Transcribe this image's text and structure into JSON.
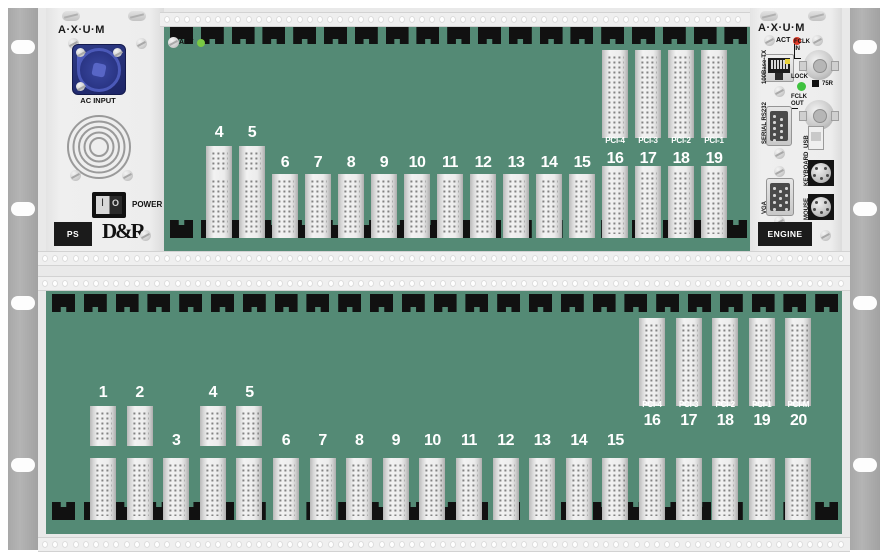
{
  "device": {
    "brand": "A·X·U·M",
    "maker_logo": "D&R",
    "ps_module": {
      "tag": "PS",
      "act_label": "ACT",
      "act_led_color": "#7ac943",
      "ac_input_label": "AC INPUT",
      "power_label": "POWER",
      "power_switch_on": "I",
      "power_switch_off": "O"
    },
    "engine_module": {
      "tag": "ENGINE",
      "act_label": "ACT",
      "act_led_color": "#e03a27",
      "ports": [
        {
          "name": "ethernet-port",
          "label": "100Base-TX"
        },
        {
          "name": "serial-port",
          "label": "SERIAL RS232"
        },
        {
          "name": "vga-port",
          "label": "VGA"
        },
        {
          "name": "usb-port",
          "label": "USB"
        },
        {
          "name": "keyboard-port",
          "label": "KEYBOARD"
        },
        {
          "name": "mouse-port",
          "label": "MOUSE"
        }
      ],
      "fclk_in_label": "FCLK\nIN",
      "fclk_in_line1": "FCLK",
      "fclk_in_line2": "IN",
      "fclk_out_line1": "FCLK",
      "fclk_out_line2": "OUT",
      "lock_label": "LOCK",
      "lock_led_color": "#3fc23f",
      "termination_label": "75R"
    }
  },
  "backplane_color": "#548a75",
  "sections": [
    {
      "name": "upper-frame",
      "slots": [
        {
          "num": "4",
          "pci": "",
          "upper_connector": true
        },
        {
          "num": "5",
          "pci": "",
          "upper_connector": true
        },
        {
          "num": "6",
          "pci": "",
          "upper_connector": false
        },
        {
          "num": "7",
          "pci": "",
          "upper_connector": false
        },
        {
          "num": "8",
          "pci": "",
          "upper_connector": false
        },
        {
          "num": "9",
          "pci": "",
          "upper_connector": false
        },
        {
          "num": "10",
          "pci": "",
          "upper_connector": false
        },
        {
          "num": "11",
          "pci": "",
          "upper_connector": false
        },
        {
          "num": "12",
          "pci": "",
          "upper_connector": false
        },
        {
          "num": "13",
          "pci": "",
          "upper_connector": false
        },
        {
          "num": "14",
          "pci": "",
          "upper_connector": false
        },
        {
          "num": "15",
          "pci": "",
          "upper_connector": false
        },
        {
          "num": "16",
          "pci": "PCI-4",
          "upper_connector": false
        },
        {
          "num": "17",
          "pci": "PCI-3",
          "upper_connector": false
        },
        {
          "num": "18",
          "pci": "PCI-2",
          "upper_connector": false
        },
        {
          "num": "19",
          "pci": "PCI-1",
          "upper_connector": false
        }
      ]
    },
    {
      "name": "lower-frame",
      "slots": [
        {
          "num": "1",
          "pci": "",
          "upper_connector": true
        },
        {
          "num": "2",
          "pci": "",
          "upper_connector": true
        },
        {
          "num": "3",
          "pci": "",
          "upper_connector": false
        },
        {
          "num": "4",
          "pci": "",
          "upper_connector": true
        },
        {
          "num": "5",
          "pci": "",
          "upper_connector": true
        },
        {
          "num": "6",
          "pci": "",
          "upper_connector": false
        },
        {
          "num": "7",
          "pci": "",
          "upper_connector": false
        },
        {
          "num": "8",
          "pci": "",
          "upper_connector": false
        },
        {
          "num": "9",
          "pci": "",
          "upper_connector": false
        },
        {
          "num": "10",
          "pci": "",
          "upper_connector": false
        },
        {
          "num": "11",
          "pci": "",
          "upper_connector": false
        },
        {
          "num": "12",
          "pci": "",
          "upper_connector": false
        },
        {
          "num": "13",
          "pci": "",
          "upper_connector": false
        },
        {
          "num": "14",
          "pci": "",
          "upper_connector": false
        },
        {
          "num": "15",
          "pci": "",
          "upper_connector": false
        },
        {
          "num": "16",
          "pci": "PCI-4",
          "upper_connector": false
        },
        {
          "num": "17",
          "pci": "PCI-3",
          "upper_connector": false
        },
        {
          "num": "18",
          "pci": "PCI-2",
          "upper_connector": false
        },
        {
          "num": "19",
          "pci": "PCI-1",
          "upper_connector": false
        },
        {
          "num": "20",
          "pci": "PCI-M",
          "upper_connector": false
        }
      ]
    }
  ]
}
